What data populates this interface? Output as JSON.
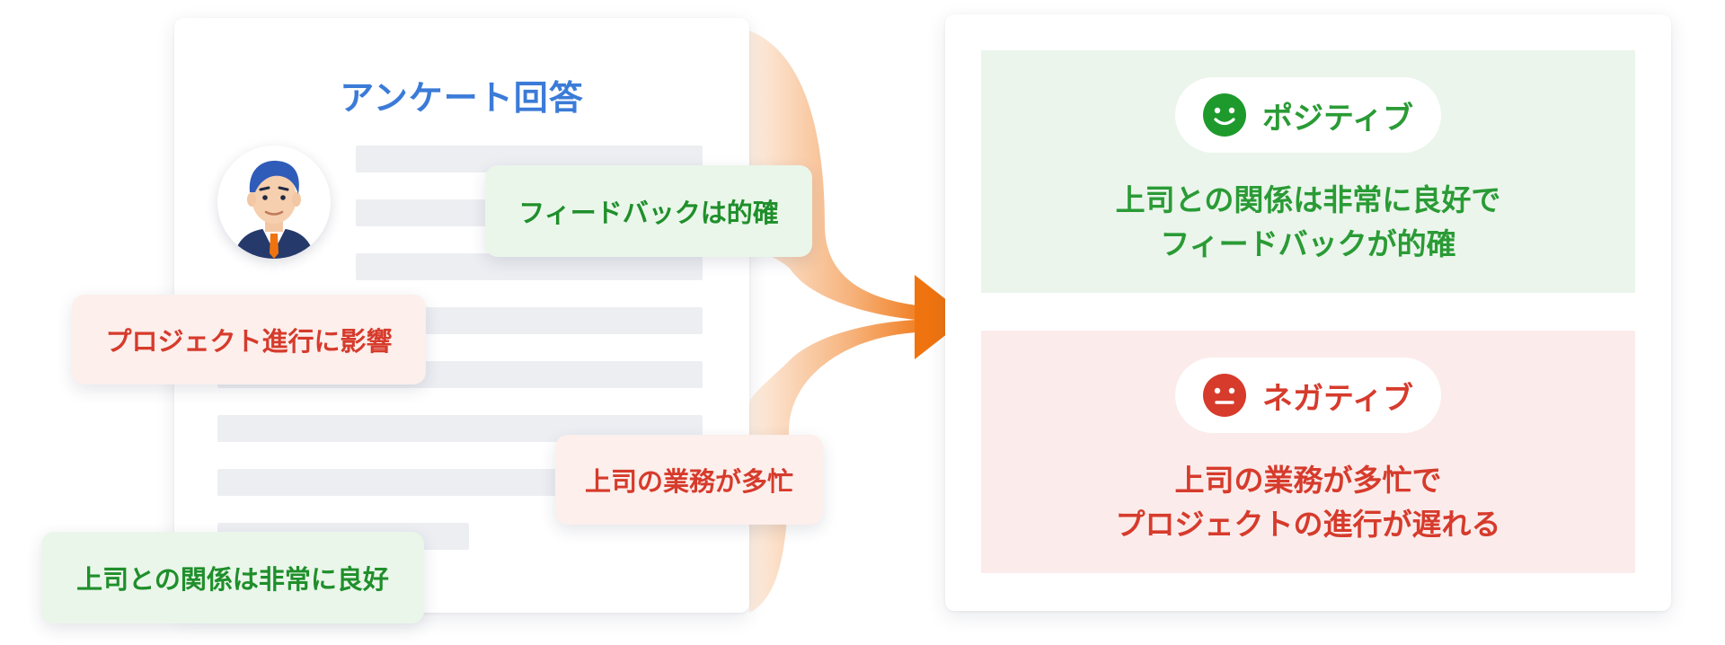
{
  "document": {
    "title": "アンケート回答"
  },
  "tags": {
    "feedback": "フィードバックは的確",
    "project_impact": "プロジェクト進行に影響",
    "boss_busy": "上司の業務が多忙",
    "good_relationship": "上司との関係は非常に良好"
  },
  "results": {
    "positive": {
      "label": "ポジティブ",
      "line1": "上司との関係は非常に良好で",
      "line2": "フィードバックが的確"
    },
    "negative": {
      "label": "ネガティブ",
      "line1": "上司の業務が多忙で",
      "line2": "プロジェクトの進行が遅れる"
    }
  },
  "colors": {
    "title_blue": "#3b7bd8",
    "positive_green": "#2a9b35",
    "negative_red": "#d63b2c",
    "flow_orange": "#ef7410"
  }
}
